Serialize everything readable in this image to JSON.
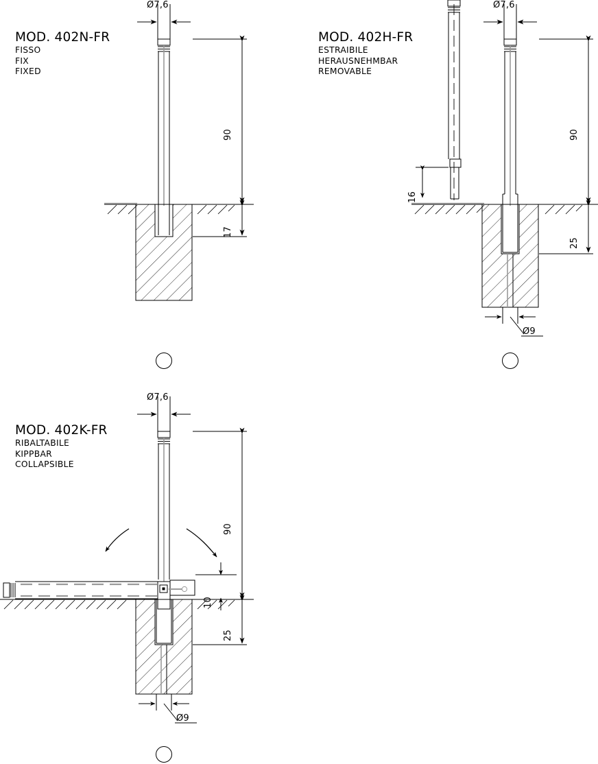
{
  "document": {
    "kind": "technical-drawing",
    "description": "Bollard installation drawings - three models"
  },
  "views": [
    {
      "id": "402N",
      "title": "MOD. 402N-FR",
      "subtitles": [
        "FISSO",
        "FIX",
        "FIXED"
      ],
      "dimensions": {
        "diameter_top": "Ø7,6",
        "height_above_ground": "90",
        "depth_below_ground": "17"
      }
    },
    {
      "id": "402H",
      "title": "MOD. 402H-FR",
      "subtitles": [
        "ESTRAIBILE",
        "HERAUSNEHMBAR",
        "REMOVABLE"
      ],
      "dimensions": {
        "diameter_top": "Ø7,6",
        "height_above_ground": "90",
        "depth_below_ground": "25",
        "spigot_length": "16",
        "sleeve_diameter": "Ø9"
      }
    },
    {
      "id": "402K",
      "title": "MOD. 402K-FR",
      "subtitles": [
        "RIBALTABILE",
        "KIPPBAR",
        "COLLAPSIBLE"
      ],
      "dimensions": {
        "diameter_top": "Ø7,6",
        "height_above_ground": "90",
        "hinge_height": "10",
        "depth_below_ground": "25",
        "sleeve_diameter": "Ø9"
      }
    }
  ],
  "colors": {
    "line": "#000000",
    "ghost": "#9a9a9a",
    "background": "#ffffff"
  },
  "icons": {
    "top_view": "circle-top-view-icon",
    "rotation": "curved-rotation-arrow-icon"
  }
}
